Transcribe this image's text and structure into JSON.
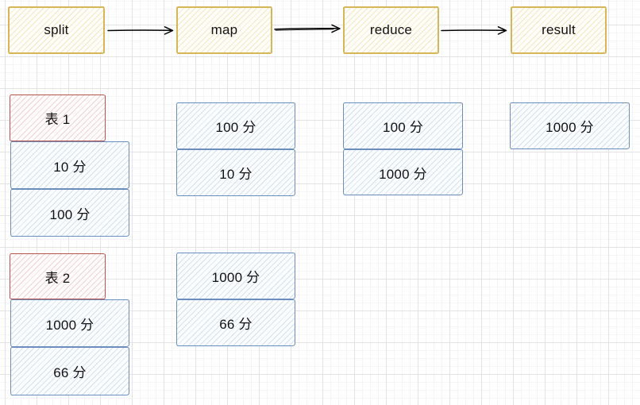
{
  "stages": {
    "split": "split",
    "map": "map",
    "reduce": "reduce",
    "result": "result"
  },
  "edges": [
    {
      "from": "split",
      "to": "map"
    },
    {
      "from": "map",
      "to": "reduce"
    },
    {
      "from": "reduce",
      "to": "result"
    }
  ],
  "split_column": {
    "table1": {
      "header": "表 1",
      "row1": "10 分",
      "row2": "100 分"
    },
    "table2": {
      "header": "表 2",
      "row1": "1000 分",
      "row2": "66 分"
    }
  },
  "map_column": {
    "group1": {
      "row1": "100 分",
      "row2": "10 分"
    },
    "group2": {
      "row1": "1000 分",
      "row2": "66 分"
    }
  },
  "reduce_column": {
    "group1": {
      "row1": "100 分",
      "row2": "1000 分"
    }
  },
  "result_column": {
    "group1": {
      "row1": "1000 分"
    }
  },
  "colors": {
    "stage_stroke": "#d6b656",
    "table_header_stroke": "#b85450",
    "data_stroke": "#6c8ebf",
    "arrow": "#000000",
    "grid_major": "#e3e3e5",
    "grid_minor": "#f5f5f7"
  }
}
